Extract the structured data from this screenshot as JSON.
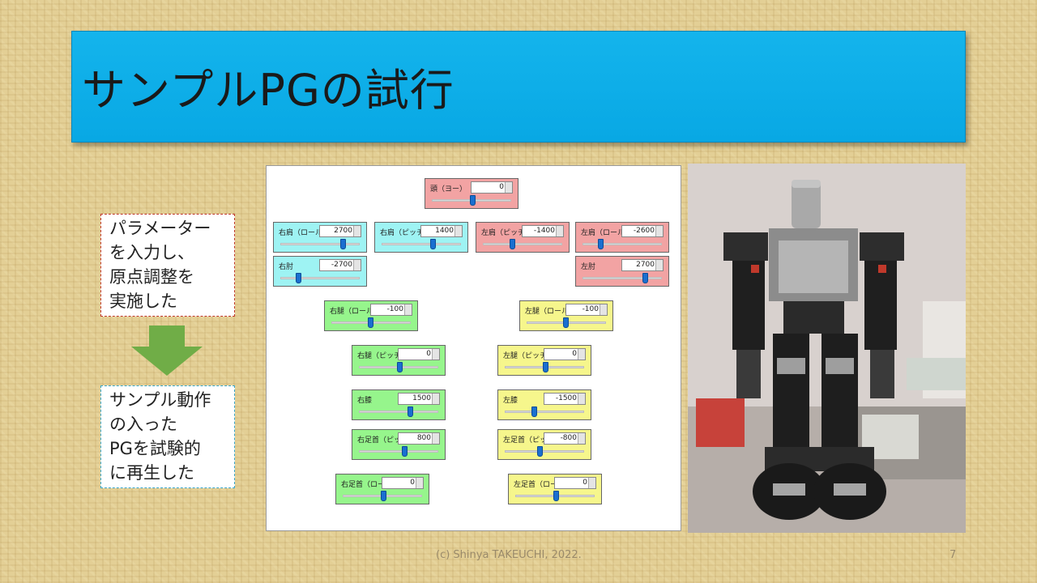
{
  "slide": {
    "title": "サンプルPGの試行",
    "footer": "(c) Shinya TAKEUCHI, 2022.",
    "page_number": "7"
  },
  "notes": {
    "step1_lines": [
      "パラメーター",
      "を入力し、",
      "原点調整を",
      "実施した"
    ],
    "step2_lines": [
      "サンプル動作",
      "の入った",
      "PGを試験的",
      "に再生した"
    ]
  },
  "colors": {
    "title_bg": "#0aaae6",
    "pink": "#f2a3a3",
    "cyan": "#9ef3f3",
    "green": "#96f58c",
    "yellow": "#f6f68c",
    "arrow": "#70ad47"
  },
  "controls": [
    {
      "id": "head-yaw",
      "label": "頭（ヨー）",
      "value": "0",
      "color": "pink",
      "level": 0.5
    },
    {
      "id": "right-shoulder-roll",
      "label": "右肩（ロール）",
      "value": "2700",
      "color": "cyan",
      "level": 0.8
    },
    {
      "id": "right-shoulder-pitch",
      "label": "右肩（ピッチ）",
      "value": "1400",
      "color": "cyan",
      "level": 0.65
    },
    {
      "id": "left-shoulder-pitch",
      "label": "左肩（ピッチ）",
      "value": "-1400",
      "color": "pink",
      "level": 0.35
    },
    {
      "id": "left-shoulder-roll",
      "label": "左肩（ロール）",
      "value": "-2600",
      "color": "pink",
      "level": 0.2
    },
    {
      "id": "right-elbow",
      "label": "右肘",
      "value": "-2700",
      "color": "cyan",
      "level": 0.2
    },
    {
      "id": "left-elbow",
      "label": "左肘",
      "value": "2700",
      "color": "pink",
      "level": 0.8
    },
    {
      "id": "right-hip-roll",
      "label": "右腿（ロール）",
      "value": "-100",
      "color": "green",
      "level": 0.48
    },
    {
      "id": "left-hip-roll",
      "label": "左腿（ロール）",
      "value": "-100",
      "color": "yellow",
      "level": 0.48
    },
    {
      "id": "right-hip-pitch",
      "label": "右腿（ピッチ）",
      "value": "0",
      "color": "green",
      "level": 0.5
    },
    {
      "id": "left-hip-pitch",
      "label": "左腿（ピッチ）",
      "value": "0",
      "color": "yellow",
      "level": 0.5
    },
    {
      "id": "right-knee",
      "label": "右膝",
      "value": "1500",
      "color": "green",
      "level": 0.64
    },
    {
      "id": "left-knee",
      "label": "左膝",
      "value": "-1500",
      "color": "yellow",
      "level": 0.36
    },
    {
      "id": "right-ankle-pitch",
      "label": "右足首（ピッチ",
      "value": "800",
      "color": "green",
      "level": 0.57
    },
    {
      "id": "left-ankle-pitch",
      "label": "左足首（ピッチ",
      "value": "-800",
      "color": "yellow",
      "level": 0.43
    },
    {
      "id": "right-ankle-roll",
      "label": "右足首（ロー/",
      "value": "0",
      "color": "green",
      "level": 0.5
    },
    {
      "id": "left-ankle-roll",
      "label": "左足首（ロー/",
      "value": "0",
      "color": "yellow",
      "level": 0.5
    }
  ]
}
